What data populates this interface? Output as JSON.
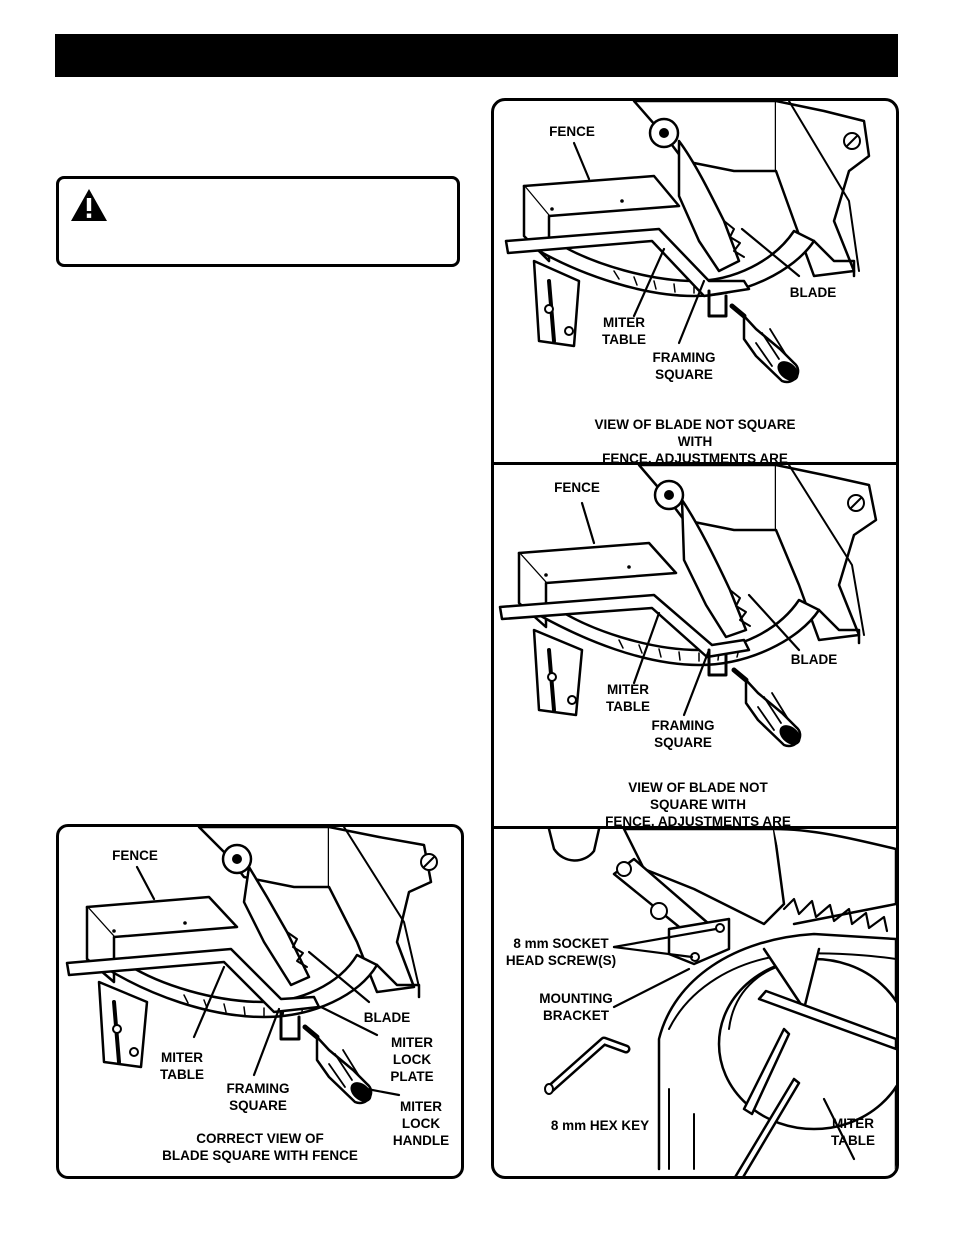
{
  "panels": {
    "fig_top": {
      "labels": {
        "fence": "FENCE",
        "blade": "BLADE",
        "miter_table": "MITER\nTABLE",
        "framing_square": "FRAMING\nSQUARE"
      },
      "caption": "VIEW OF BLADE NOT SQUARE WITH\nFENCE, ADJUSTMENTS ARE REQUIRED"
    },
    "fig_middle": {
      "labels": {
        "fence": "FENCE",
        "blade": "BLADE",
        "miter_table": "MITER\nTABLE",
        "framing_square": "FRAMING\nSQUARE"
      },
      "caption": "VIEW OF BLADE NOT SQUARE WITH\nFENCE, ADJUSTMENTS ARE REQUIRED"
    },
    "fig_bottom_right": {
      "labels": {
        "socket_screws": "8 mm SOCKET\nHEAD SCREW(S)",
        "mounting_bracket": "MOUNTING\nBRACKET",
        "hex_key": "8 mm HEX KEY",
        "miter_table": "MITER\nTABLE"
      }
    },
    "fig_bottom_left": {
      "labels": {
        "fence": "FENCE",
        "blade": "BLADE",
        "miter_lock_plate": "MITER\nLOCK PLATE",
        "miter_table": "MITER\nTABLE",
        "framing_square": "FRAMING\nSQUARE",
        "miter_lock_handle": "MITER\nLOCK\nHANDLE"
      },
      "caption": "CORRECT VIEW OF\nBLADE SQUARE WITH FENCE"
    }
  },
  "icons": {
    "warning": "warning-triangle-icon"
  }
}
